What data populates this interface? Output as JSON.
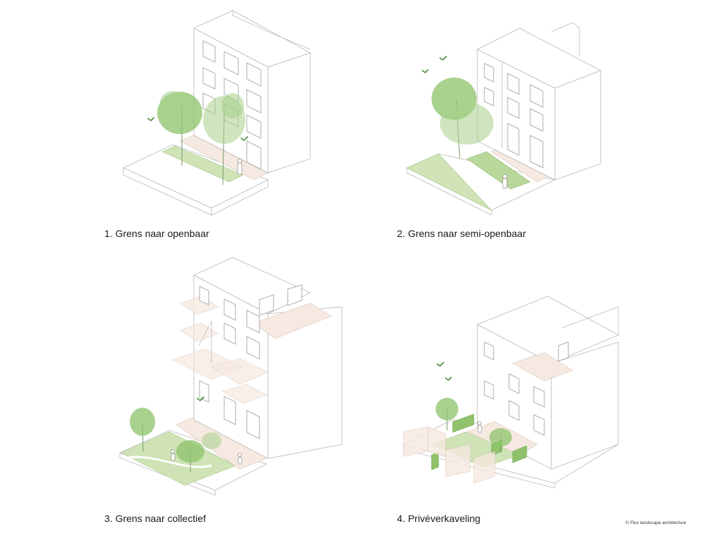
{
  "panels": [
    {
      "caption": "1.  Grens naar openbaar"
    },
    {
      "caption": "2. Grens naar semi-openbaar"
    },
    {
      "caption": "3. Grens naar collectief"
    },
    {
      "caption": "4. Privéverkaveling"
    }
  ],
  "credit": "© Flux landscape architecture",
  "colors": {
    "greenery": "#8cc36a",
    "paving": "#f6e9e1",
    "line": "#b8b8b8",
    "bird": "#4b8a3a"
  }
}
